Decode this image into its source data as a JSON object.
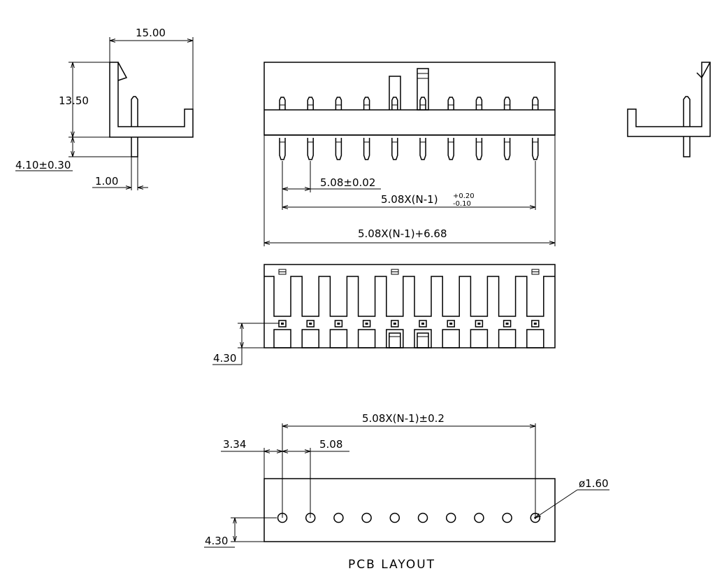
{
  "dimensions": {
    "width_15": "15.00",
    "height_13_5": "13.50",
    "pin_4_10": "4.10±0.30",
    "pin_1_00": "1.00",
    "pitch_tol": "5.08±0.02",
    "span_tol_main": "5.08X(N-1)",
    "span_tol_plus": "+0.20",
    "span_tol_minus": "-0.10",
    "overall": "5.08X(N-1)+6.68",
    "bottom_4_30": "4.30",
    "pcb_span": "5.08X(N-1)±0.2",
    "pcb_3_34": "3.34",
    "pcb_pitch": "5.08",
    "pcb_hole": "ø1.60",
    "pcb_4_30": "4.30"
  },
  "caption": "PCB LAYOUT",
  "colors": {
    "line": "#000000",
    "background": "#ffffff"
  }
}
